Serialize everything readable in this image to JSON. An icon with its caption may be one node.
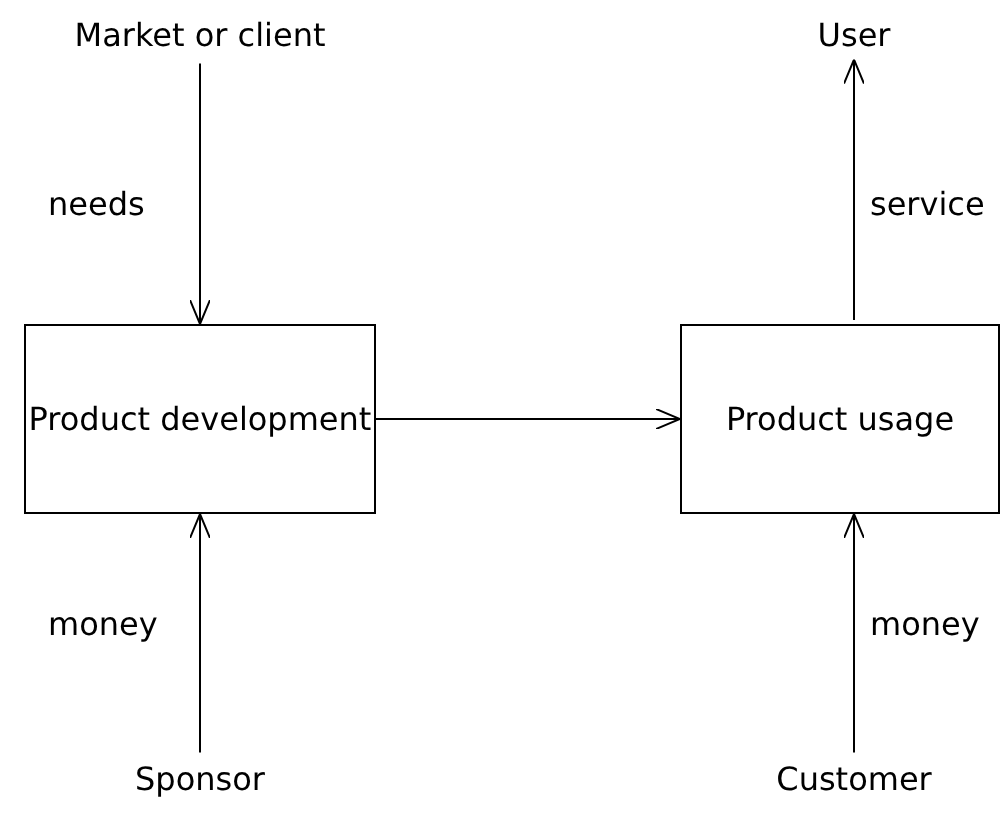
{
  "diagram": {
    "nodes": [
      {
        "text": [
          "Market or client"
        ]
      },
      {
        "text": [
          "User"
        ]
      },
      {
        "text": [
          "Product development"
        ]
      },
      {
        "text": [
          "Product usage"
        ]
      },
      {
        "text": [
          "Sponsor"
        ]
      },
      {
        "text": [
          "Customer"
        ]
      }
    ],
    "edges": [
      {
        "from": 0,
        "to": 2,
        "arrow": "to",
        "label": "needs"
      },
      {
        "from": 2,
        "to": 3,
        "arrow": "to"
      },
      {
        "from": 3,
        "to": 1,
        "arrow": "to",
        "label": "service"
      },
      {
        "from": 4,
        "to": 2,
        "arrow": "to",
        "label": "money"
      },
      {
        "from": 5,
        "to": 3,
        "arrow": "to",
        "label": "money"
      }
    ]
  }
}
